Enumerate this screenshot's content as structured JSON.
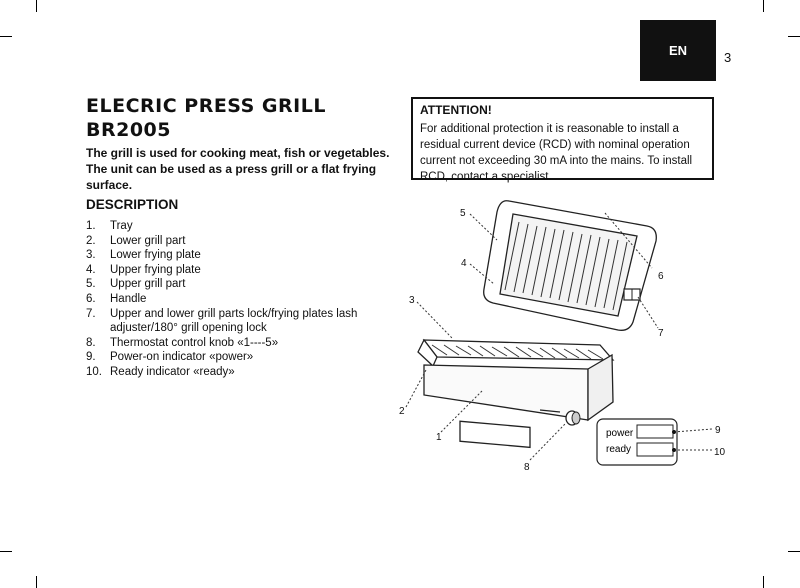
{
  "header": {
    "lang": "EN",
    "page_number": "3"
  },
  "title": "ELECRIC PRESS GRILL\nBR2005",
  "intro": "The grill is used for cooking meat, fish or vegetables. The unit can be used as a press grill or a flat frying surface.",
  "attention": {
    "heading": "ATTENTION!",
    "text": "For additional protection it is reasonable to install a residual current device (RCD) with nominal operation current not exceeding 30 mA into the mains. To install RCD, contact a specialist."
  },
  "description": {
    "heading": "DESCRIPTION",
    "items": [
      {
        "num": "1.",
        "text": "Tray"
      },
      {
        "num": "2.",
        "text": "Lower grill part"
      },
      {
        "num": "3.",
        "text": "Lower frying plate"
      },
      {
        "num": "4.",
        "text": "Upper frying plate"
      },
      {
        "num": "5.",
        "text": "Upper grill part"
      },
      {
        "num": "6.",
        "text": "Handle"
      },
      {
        "num": "7.",
        "text": "Upper and lower grill parts lock/frying plates lash adjuster/180° grill opening lock"
      },
      {
        "num": "8.",
        "text": "Thermostat control knob «1----5»"
      },
      {
        "num": "9.",
        "text": "Power-on indicator «power»"
      },
      {
        "num": "10.",
        "text": "Ready indicator «ready»"
      }
    ]
  },
  "diagram": {
    "callouts": [
      "1",
      "2",
      "3",
      "4",
      "5",
      "6",
      "7",
      "8",
      "9",
      "10"
    ],
    "indicator_power": "power",
    "indicator_ready": "ready"
  }
}
